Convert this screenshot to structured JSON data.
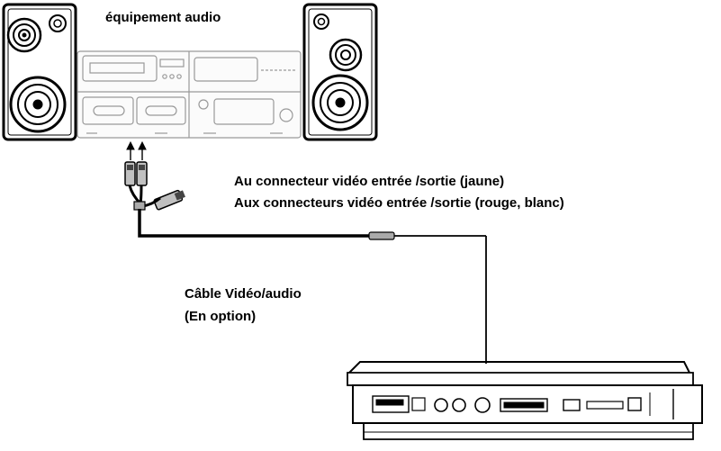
{
  "labels": {
    "equipment": "équipement audio",
    "connector_yellow": "Au connecteur  vidéo entrée /sortie  (jaune)",
    "connector_red_white": "Aux connecteurs  vidéo entrée /sortie  (rouge, blanc)",
    "cable": "Câble Vidéo/audio",
    "optional": "(En option)"
  },
  "colors": {
    "line": "#000000",
    "background": "#ffffff",
    "plug_gray": "#bbbbbb"
  },
  "icons": {
    "left_speaker": "speaker-icon",
    "right_speaker": "speaker-icon",
    "stereo": "stereo-system-icon",
    "plugs": "rca-plug-icon",
    "dvd_player": "portable-dvd-player-icon"
  }
}
